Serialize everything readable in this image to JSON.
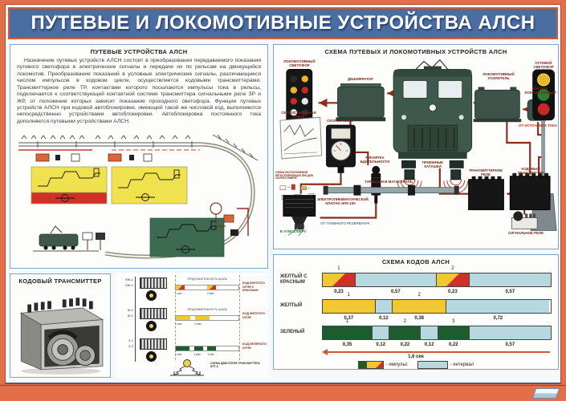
{
  "poster": {
    "title": "ПУТЕВЫЕ И ЛОКОМОТИВНЫЕ УСТРОЙСТВА АЛСН"
  },
  "colors": {
    "frame_orange": "#e26f48",
    "title_blue": "#4a6da2",
    "impulse_yellow": "#f2c832",
    "impulse_red": "#d03028",
    "impulse_green": "#1d5c2e",
    "interval_blue": "#b7d8de",
    "wire_red": "#8c2e1e"
  },
  "track_devices": {
    "heading": "ПУТЕВЫЕ УСТРОЙСТВА АЛСН",
    "body": "Назначение путевых устройств АЛСН состоит в преобразовании передаваемого показания путевого светофора в электрические сигналы и передаче их по рельсам на движущийся локомотив. Преобразование показаний в условные электрические сигналы, различающиеся числом импульсов в кодовом цикле, осуществляется кодовыми трансмиттерами. Трансмиттерное реле ТР, контактами которого посылаются импульсы тока в рельсы, подключается к соответствующей контактной системе трансмиттера сигнальными реле ЗР и ЖР, от положения которых зависит показание проходного светофора. Функции путевых устройств АЛСН при кодовой автоблокировке, имеющей такой же числовой код, выполняются непосредственно устройствами автоблокировки. Автоблокировка постоянного тока дополняется путевыми устройствами АЛСН."
  },
  "transmitter": {
    "heading": "КОДОВЫЙ ТРАНСМИТТЕР",
    "cycle_label": "ПРОДОЛЖИТЕЛЬНОСТЬ ЦИКЛА",
    "motor_label": "СХЕМА ДВИГАТЕЛЯ ТРАНСМИТТЕРА КПТ-5",
    "groups": [
      {
        "contacts": [
          "КЖ-1",
          "КЖ-2"
        ],
        "code_label": "КОД ЖЕЛТОГО ОГНЯ С КРАСНЫМ",
        "ticks": [
          "1 имп",
          "2 имп"
        ],
        "row": 0,
        "cycle": true
      },
      {
        "contacts": [
          "Ж-1",
          "Ж-2"
        ],
        "code_label": "КОД ЖЕЛТОГО ОГНЯ",
        "ticks": [
          "1 имп",
          "2 имп"
        ],
        "row": 1,
        "cycle": true
      },
      {
        "contacts": [
          "З-1",
          "З-2"
        ],
        "code_label": "КОД ЗЕЛЕНОГО ОГНЯ",
        "ticks": [
          "1 имп",
          "2 имп",
          "3 имп"
        ],
        "row": 2,
        "cycle": false
      }
    ]
  },
  "scheme": {
    "heading": "СХЕМА ПУТЕВЫХ И ЛОКОМОТИВНЫХ УСТРОЙСТВ АЛСН",
    "labels": {
      "loco_signal": "ЛОКОМОТИВНЫЙ СВЕТОФОР",
      "decoder": "ДЕШИФРАТОР",
      "amplifier": "ЛОКОМОТИВНЫЙ УСИЛИТЕЛЬ",
      "filter": "ФИЛЬТР ЛОКОМОТИВНЫЙ",
      "power_source": "ОТ ИСТОЧНИКА ТОКА",
      "wayside_signal": "ПУТЕВОЙ СВЕТОФОР",
      "speed_tape": "СКОРОСТЕМЕРНАЯ ЛЕНТА",
      "speedometer": "СКОРОСТЕМЕР",
      "writers_scheme": "СХЕМА РАСПОЛОЖЕНИЯ РЕГИСТРИРУЮЩИХ ПИСЦОВ СКОРОСТЕМЕРА",
      "vigilance_handle": "РУКОЯТКА БДИТЕЛЬНОСТИ",
      "receiver_coils": "ПРИЕМНЫЕ КАТУШКИ",
      "transmitter_relay": "ТРАНСМИТТЕРНОЕ РЕЛЕ",
      "code_transmitter": "КОДОВЫЙ ТРАНСМИТТЕР",
      "signal_relay": "СИГНАЛЬНОЕ РЕЛЕ",
      "epk_valve": "ЭЛЕКТРОПНЕВМАТИЧЕСКИЙ КЛАПАН ЭПК-150",
      "main_reservoir": "ОТ ГЛАВНОГО РЕЗЕРВУАРА",
      "atmosphere": "В АТМОСФЕРУ",
      "brake_line": "ТОРМОЗНАЯ МАГИСТРАЛЬ"
    }
  },
  "codes_chart": {
    "type": "timeline",
    "heading": "СХЕМА КОДОВ АЛСН",
    "total": 1.6,
    "cycle_seconds_label": "1,6 сек",
    "legend_impulse": "- импульс",
    "legend_interval": "- интервал",
    "rows": [
      {
        "label": "ЖЕЛТЫЙ С КРАСНЫМ",
        "impulse_style": "yellow-red",
        "segments": [
          {
            "kind": "impulse",
            "duration": 0.23,
            "value": "0,23",
            "num": "1"
          },
          {
            "kind": "interval",
            "duration": 0.57,
            "value": "0,57"
          },
          {
            "kind": "impulse",
            "duration": 0.23,
            "value": "0,23",
            "num": "2"
          },
          {
            "kind": "interval",
            "duration": 0.57,
            "value": "0,57"
          }
        ]
      },
      {
        "label": "ЖЕЛТЫЙ",
        "impulse_style": "yellow",
        "segments": [
          {
            "kind": "impulse",
            "duration": 0.37,
            "value": "0,37",
            "num": "1"
          },
          {
            "kind": "interval",
            "duration": 0.12,
            "value": "0,12"
          },
          {
            "kind": "impulse",
            "duration": 0.38,
            "value": "0,38",
            "num": "2"
          },
          {
            "kind": "interval",
            "duration": 0.72,
            "value": "0,72"
          }
        ]
      },
      {
        "label": "ЗЕЛЕНЫЙ",
        "impulse_style": "green",
        "segments": [
          {
            "kind": "impulse",
            "duration": 0.35,
            "value": "0,35",
            "num": "1"
          },
          {
            "kind": "interval",
            "duration": 0.12,
            "value": "0,12"
          },
          {
            "kind": "impulse",
            "duration": 0.22,
            "value": "0,22",
            "num": "2"
          },
          {
            "kind": "interval",
            "duration": 0.12,
            "value": "0,12"
          },
          {
            "kind": "impulse",
            "duration": 0.22,
            "value": "0,22",
            "num": "3"
          },
          {
            "kind": "interval",
            "duration": 0.57,
            "value": "0,57"
          }
        ]
      }
    ]
  }
}
